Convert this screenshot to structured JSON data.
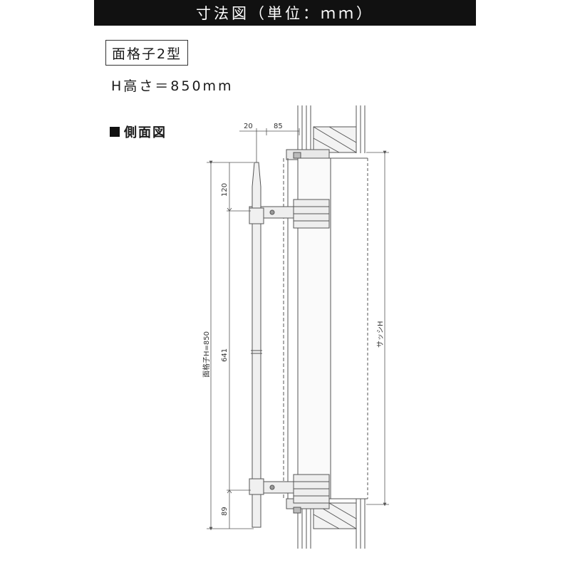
{
  "header": {
    "title": "寸法図（単位：ｍｍ）"
  },
  "product": {
    "model": "面格子2型",
    "height_text": "H高さ＝850mm"
  },
  "view": {
    "label": "側面図"
  },
  "dimensions": {
    "top_20": "20",
    "top_85": "85",
    "d_120": "120",
    "d_641": "641",
    "d_89": "89",
    "grille_height": "面格子H=850",
    "sash_height": "サッシH"
  },
  "colors": {
    "header_bg": "#111111",
    "line": "#555555",
    "fill": "#f3f3f3"
  }
}
